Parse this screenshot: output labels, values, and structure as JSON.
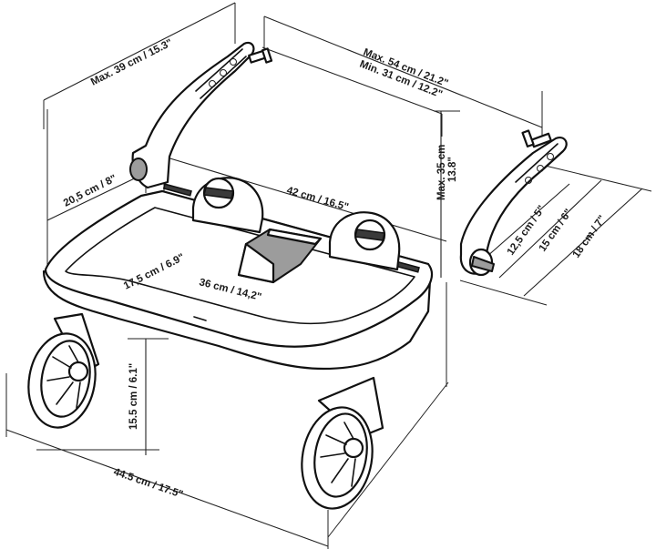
{
  "dimensions": {
    "max_length": "Max. 39 cm / 15.3\"",
    "width_max": "Max. 54 cm / 21.2\"",
    "width_min": "Min. 31 cm / 12.2\"",
    "height_max": "Max. 35 cm",
    "height_max_in": "13.8\"",
    "bracket_height": "20,5 cm / 8\"",
    "axle_width": "42 cm / 16.5\"",
    "platform_depth": "17,5 cm / 6.9\"",
    "platform_width": "36 cm / 14,2\"",
    "mount_a": "12,5 cm / 5\"",
    "mount_b": "15 cm / 6\"",
    "mount_c": "18 cm / 7\"",
    "wheel_height": "15.5 cm / 6.1\"",
    "total_width": "44.5 cm / 17.5\""
  }
}
